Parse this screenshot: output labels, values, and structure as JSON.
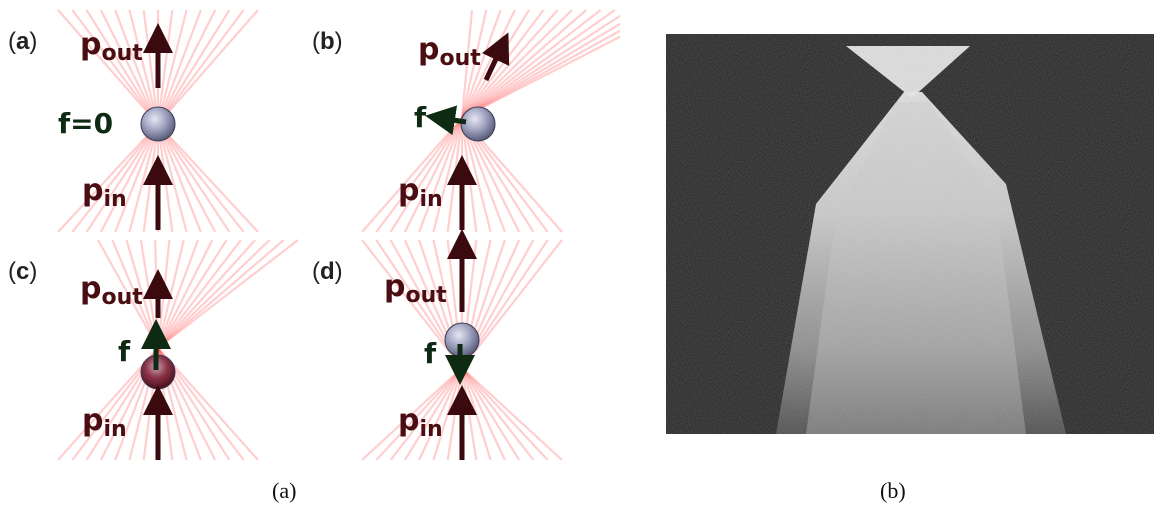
{
  "panels": [
    {
      "id": "a",
      "letter": "a",
      "pout": "p",
      "pout_sub": "out",
      "pin": "p",
      "pin_sub": "in",
      "force": "f=0"
    },
    {
      "id": "b",
      "letter": "b",
      "pout": "p",
      "pout_sub": "out",
      "pin": "p",
      "pin_sub": "in",
      "force": "f"
    },
    {
      "id": "c",
      "letter": "c",
      "pout": "p",
      "pout_sub": "out",
      "pin": "p",
      "pin_sub": "in",
      "force": "f"
    },
    {
      "id": "d",
      "letter": "d",
      "pout": "p",
      "pout_sub": "out",
      "pin": "p",
      "pin_sub": "in",
      "force": "f"
    }
  ],
  "captions": {
    "left": "(a)",
    "right": "(b)"
  },
  "colors": {
    "beam": "#ff2a2a",
    "arrow": "#3a0a0e",
    "force": "#0e2a12",
    "sphere": "#9aa0b8"
  }
}
